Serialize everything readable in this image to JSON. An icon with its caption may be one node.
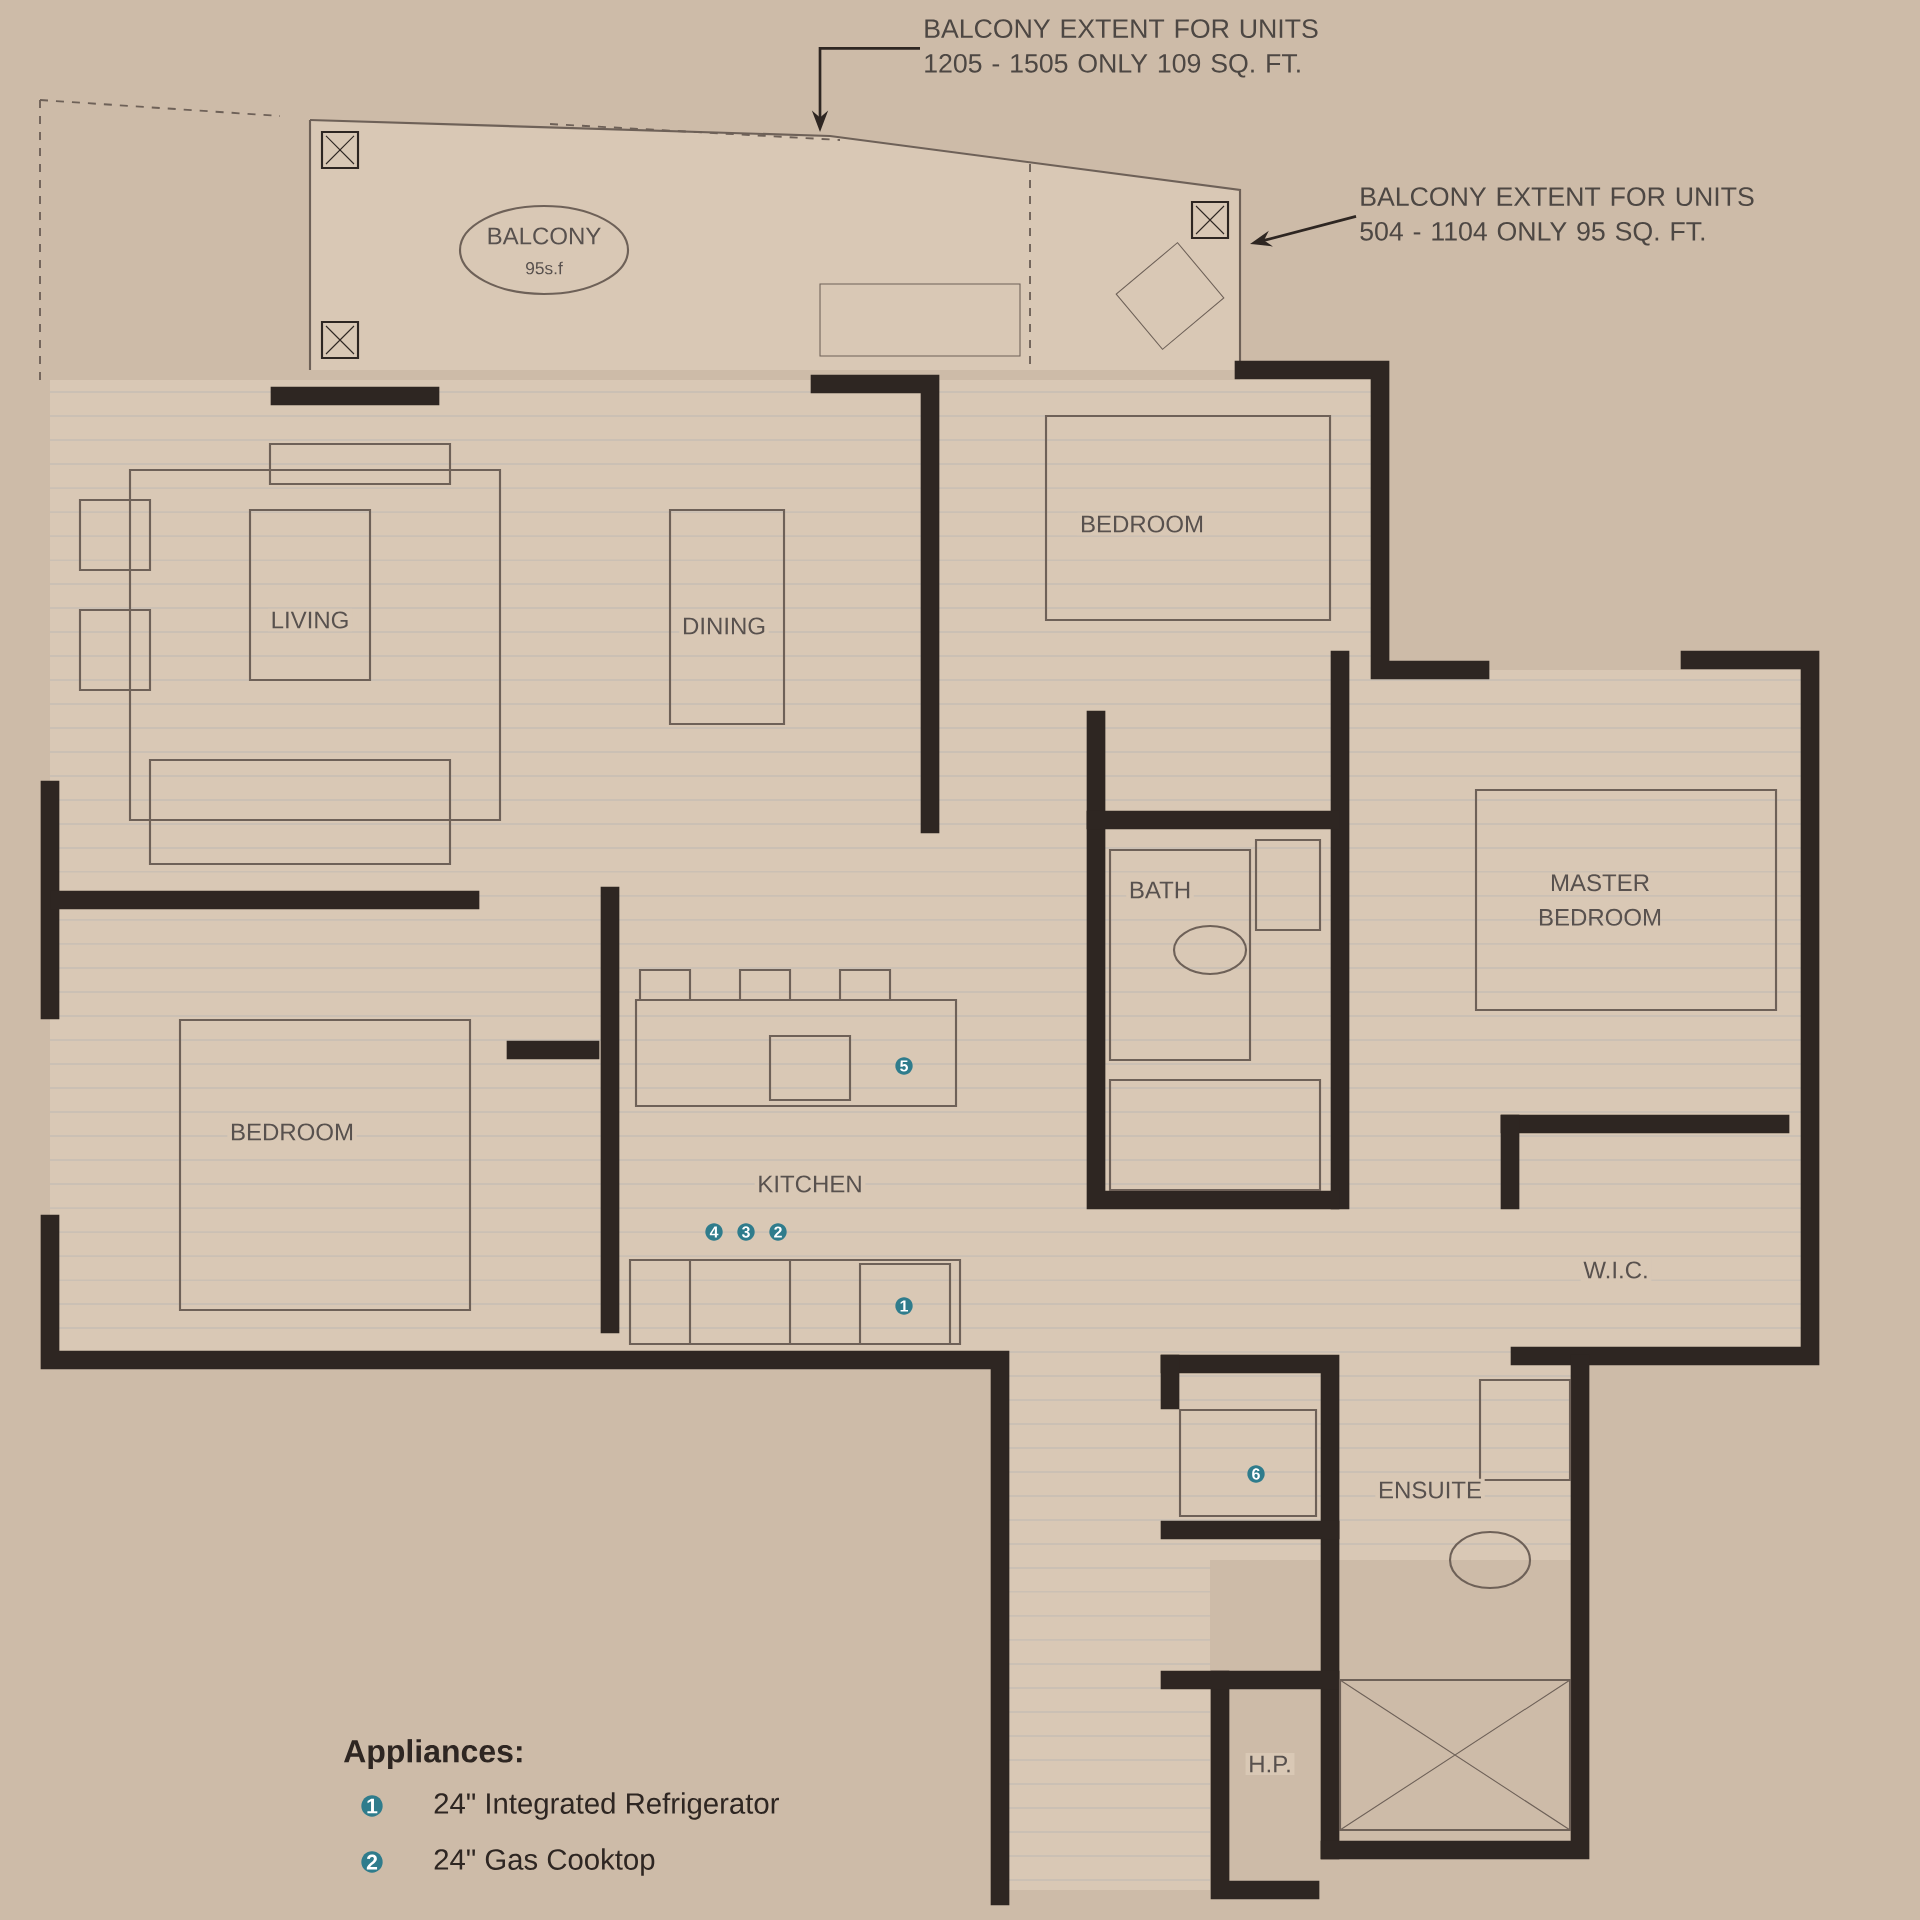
{
  "diagram": {
    "nodes": [
      {
        "text": [
          "BALCONY EXTENT FOR UNITS 1205 - 1505 ONLY 109 SQ. FT."
        ]
      },
      {
        "text": [
          "BALCONY EXTENT FOR UNITS 504 - 1104 ONLY 95 SQ. FT."
        ]
      }
    ],
    "edges": [
      {
        "from": 0,
        "to": null,
        "arrow": "to"
      },
      {
        "from": 1,
        "to": null,
        "arrow": "to"
      }
    ],
    "labels": [
      "BALCONY",
      "95s.f",
      "LIVING",
      "DINING",
      "BEDROOM",
      "BATH",
      "MASTER BEDROOM",
      "BEDROOM",
      "KITCHEN",
      "W.I.C.",
      "ENSUITE",
      "H.P.",
      "5",
      "4",
      "3",
      "2",
      "1",
      "6",
      "Appliances:",
      "1",
      "24\" Integrated Refrigerator",
      "2",
      "24\" Gas Cooktop"
    ]
  }
}
